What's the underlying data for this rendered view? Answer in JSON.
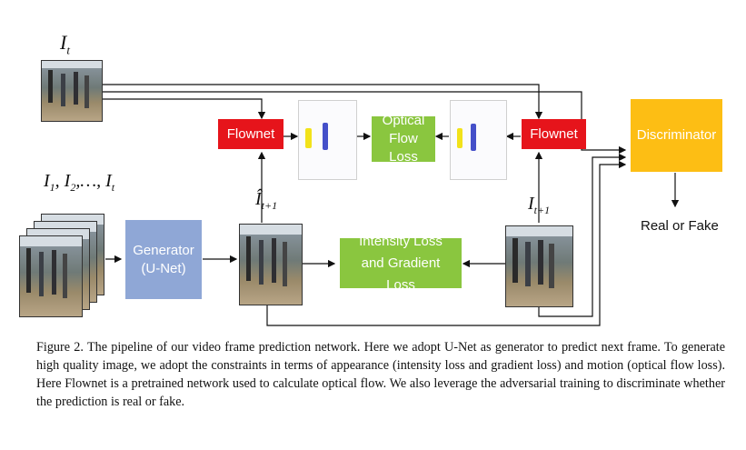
{
  "labels": {
    "frame_it": "I",
    "frame_it_sub": "t",
    "sequence": "I",
    "sequence_sub1": "1",
    "sequence_mid": ", I",
    "sequence_sub2": "2",
    "sequence_mid2": ",…, I",
    "sequence_sub3": "t",
    "predicted": "Î",
    "predicted_sub": "t+1",
    "target": "I",
    "target_sub": "t+1"
  },
  "boxes": {
    "flownet_left": "Flownet",
    "flownet_right": "Flownet",
    "optical_flow_loss": "Optical Flow Loss",
    "discriminator": "Discriminator",
    "generator": "Generator (U-Net)",
    "intensity_gradient_loss": "Intensity Loss and Gradient Loss"
  },
  "output": "Real or Fake",
  "caption": "Figure 2. The pipeline of our video frame prediction network. Here we adopt U-Net as generator to predict next frame. To generate high quality image, we adopt the constraints in terms of appearance (intensity loss and gradient loss) and motion (optical flow loss). Here Flownet is a pretrained network used to calculate optical flow. We also leverage the adversarial training to discriminate whether the prediction is real or fake.",
  "colors": {
    "flownet": "#e6141b",
    "loss": "#8ac63f",
    "generator": "#8fa7d6",
    "discriminator": "#fdbe14"
  }
}
